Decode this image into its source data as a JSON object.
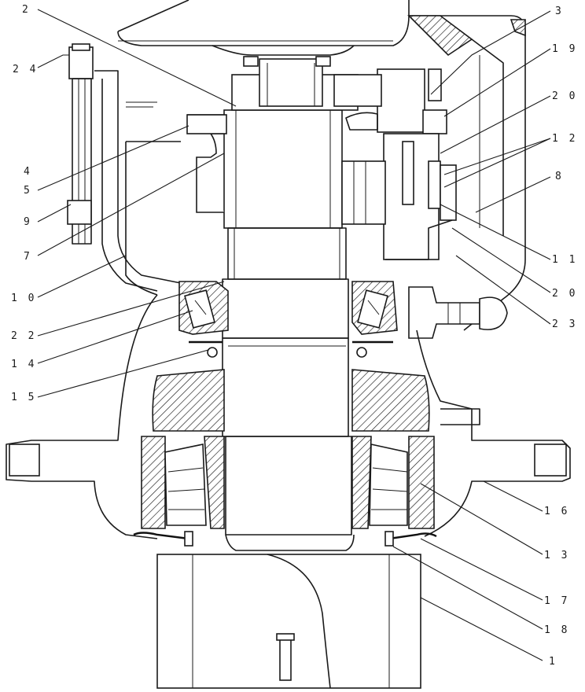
{
  "callouts": [
    {
      "id": "c2",
      "text": "2"
    },
    {
      "id": "c24",
      "text": "2 4"
    },
    {
      "id": "c4",
      "text": "4"
    },
    {
      "id": "c5",
      "text": "5"
    },
    {
      "id": "c9",
      "text": "9"
    },
    {
      "id": "c7",
      "text": "7"
    },
    {
      "id": "c10",
      "text": "1 0"
    },
    {
      "id": "c22",
      "text": "2 2"
    },
    {
      "id": "c14",
      "text": "1 4"
    },
    {
      "id": "c15",
      "text": "1 5"
    },
    {
      "id": "c3",
      "text": "3"
    },
    {
      "id": "c19",
      "text": "1 9"
    },
    {
      "id": "c20a",
      "text": "2 0"
    },
    {
      "id": "c12",
      "text": "1 2"
    },
    {
      "id": "c8",
      "text": "8"
    },
    {
      "id": "c11",
      "text": "1 1"
    },
    {
      "id": "c20b",
      "text": "2 0"
    },
    {
      "id": "c23",
      "text": "2 3"
    },
    {
      "id": "c16",
      "text": "1 6"
    },
    {
      "id": "c13",
      "text": "1 3"
    },
    {
      "id": "c17",
      "text": "1 7"
    },
    {
      "id": "c18",
      "text": "1 8"
    },
    {
      "id": "c1",
      "text": "1"
    }
  ]
}
